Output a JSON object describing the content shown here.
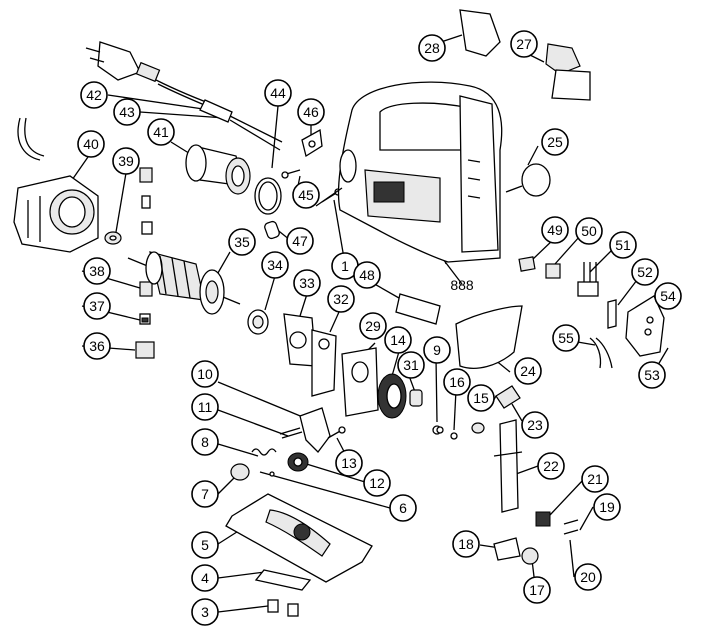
{
  "diagram": {
    "part_numbers": [
      "1",
      "3",
      "4",
      "5",
      "6",
      "7",
      "8",
      "9",
      "10",
      "11",
      "12",
      "13",
      "14",
      "15",
      "16",
      "17",
      "18",
      "19",
      "20",
      "21",
      "22",
      "23",
      "24",
      "25",
      "27",
      "28",
      "29",
      "31",
      "32",
      "33",
      "34",
      "35",
      "36",
      "37",
      "38",
      "39",
      "40",
      "41",
      "42",
      "43",
      "44",
      "45",
      "46",
      "47",
      "48",
      "49",
      "50",
      "51",
      "52",
      "53",
      "54",
      "55",
      "888"
    ]
  }
}
